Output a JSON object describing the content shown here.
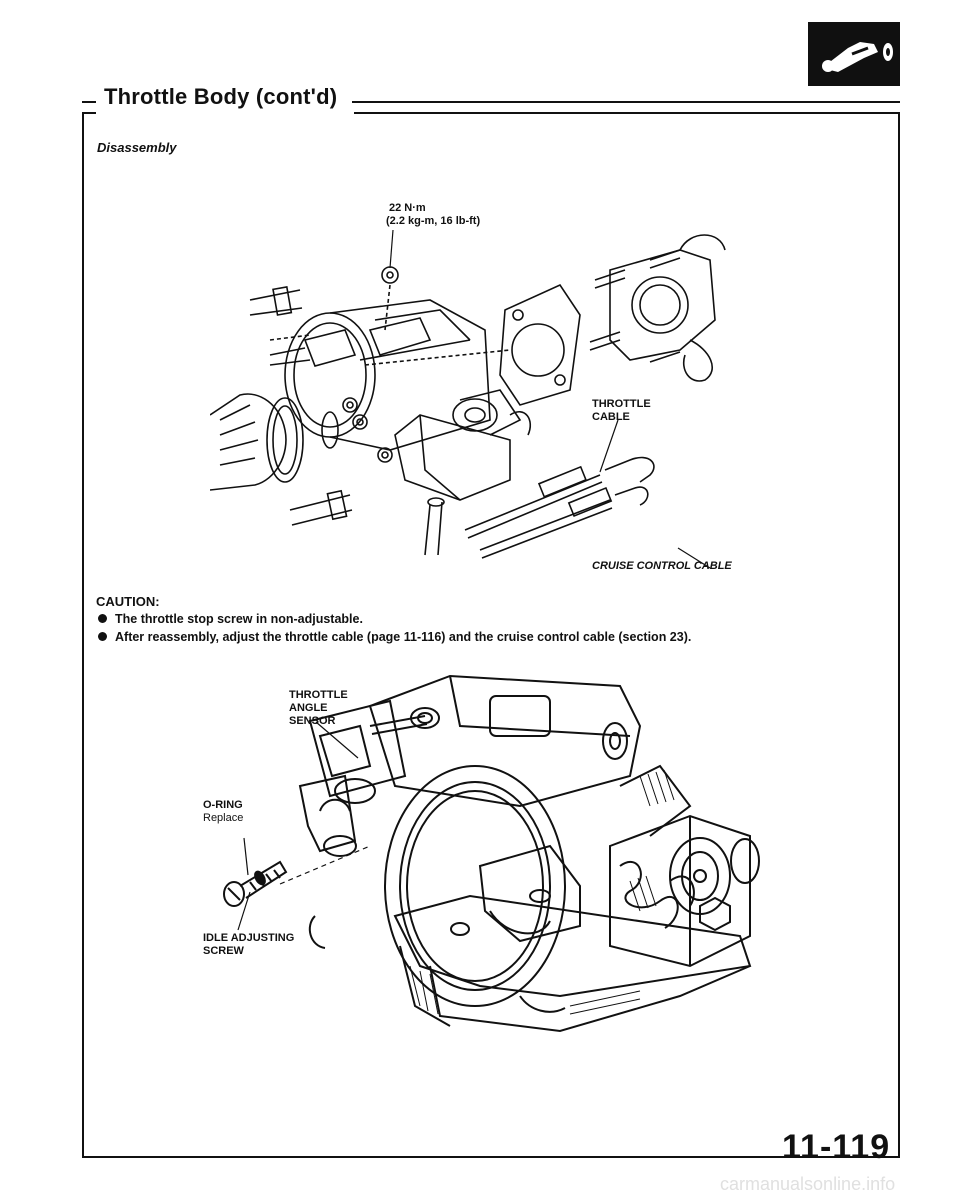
{
  "header": {
    "title": "Throttle Body (cont'd)",
    "section_icon": "section-11-engine-icon"
  },
  "section": {
    "subtitle": "Disassembly"
  },
  "top_diagram": {
    "torque_line1": "22 N·m",
    "torque_line2": "(2.2 kg-m, 16 lb-ft)",
    "throttle_cable_line1": "THROTTLE",
    "throttle_cable_line2": "CABLE",
    "cruise_cable": "CRUISE CONTROL CABLE"
  },
  "caution": {
    "title": "CAUTION:",
    "items": [
      "The throttle stop screw in non-adjustable.",
      "After reassembly, adjust the throttle cable (page 11-116) and the cruise control cable (section 23)."
    ]
  },
  "bottom_diagram": {
    "tas_line1": "THROTTLE",
    "tas_line2": "ANGLE",
    "tas_line3": "SENSOR",
    "oring_line1": "O-RING",
    "oring_line2": "Replace",
    "idle_line1": "IDLE ADJUSTING",
    "idle_line2": "SCREW"
  },
  "footer": {
    "page_number": "11-119",
    "url": "carmanualsonline.info"
  }
}
